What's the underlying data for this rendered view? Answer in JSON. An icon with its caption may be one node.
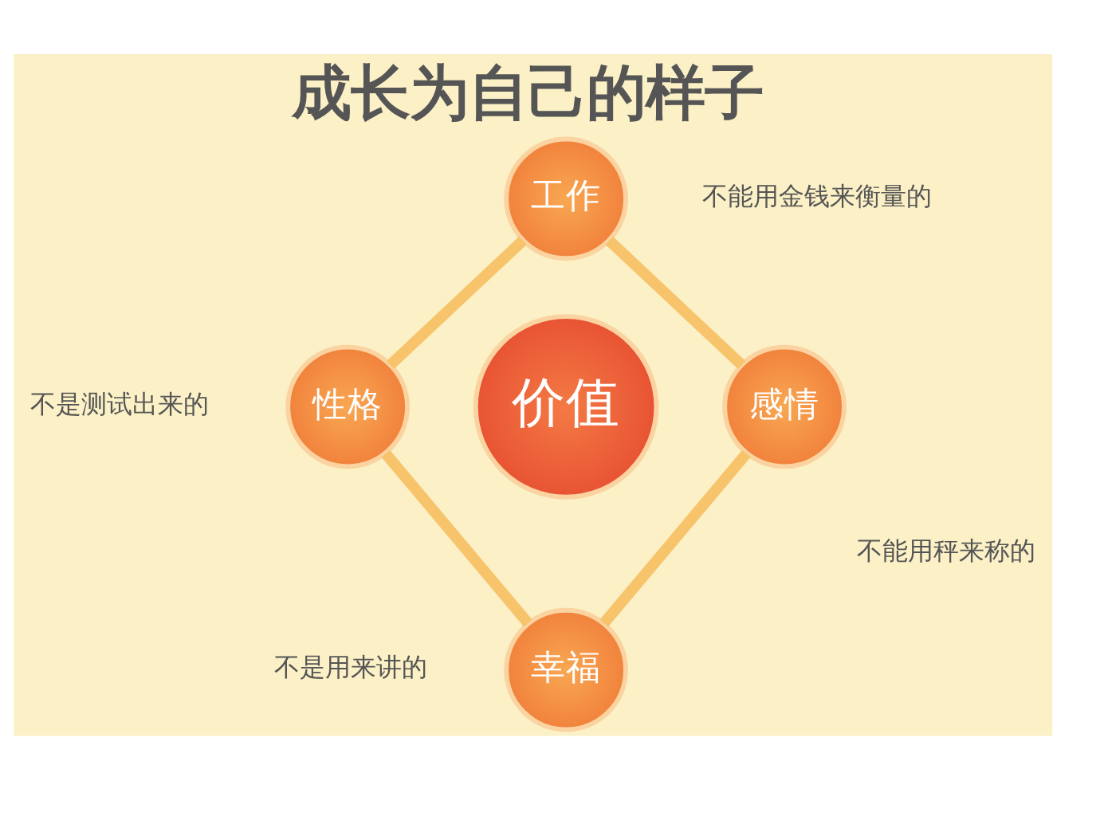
{
  "diagram": {
    "title": "成长为自己的样子",
    "nodes": [
      {
        "text": [
          "工作"
        ],
        "beside": [
          "不能用金钱来衡量的"
        ]
      },
      {
        "text": [
          "性格"
        ],
        "beside": [
          "不是测试出来的"
        ]
      },
      {
        "text": [
          "价值"
        ]
      },
      {
        "text": [
          "感情"
        ],
        "beside": [
          "不能用秤来称的"
        ]
      },
      {
        "text": [
          "幸福"
        ],
        "beside": [
          "不是用来讲的"
        ]
      }
    ],
    "edges": [
      {
        "from": 0,
        "to": 3,
        "arrow": "none"
      },
      {
        "from": 3,
        "to": 4,
        "arrow": "none"
      },
      {
        "from": 1,
        "to": 4,
        "arrow": "none"
      },
      {
        "from": 0,
        "to": 1,
        "arrow": "none"
      }
    ]
  }
}
